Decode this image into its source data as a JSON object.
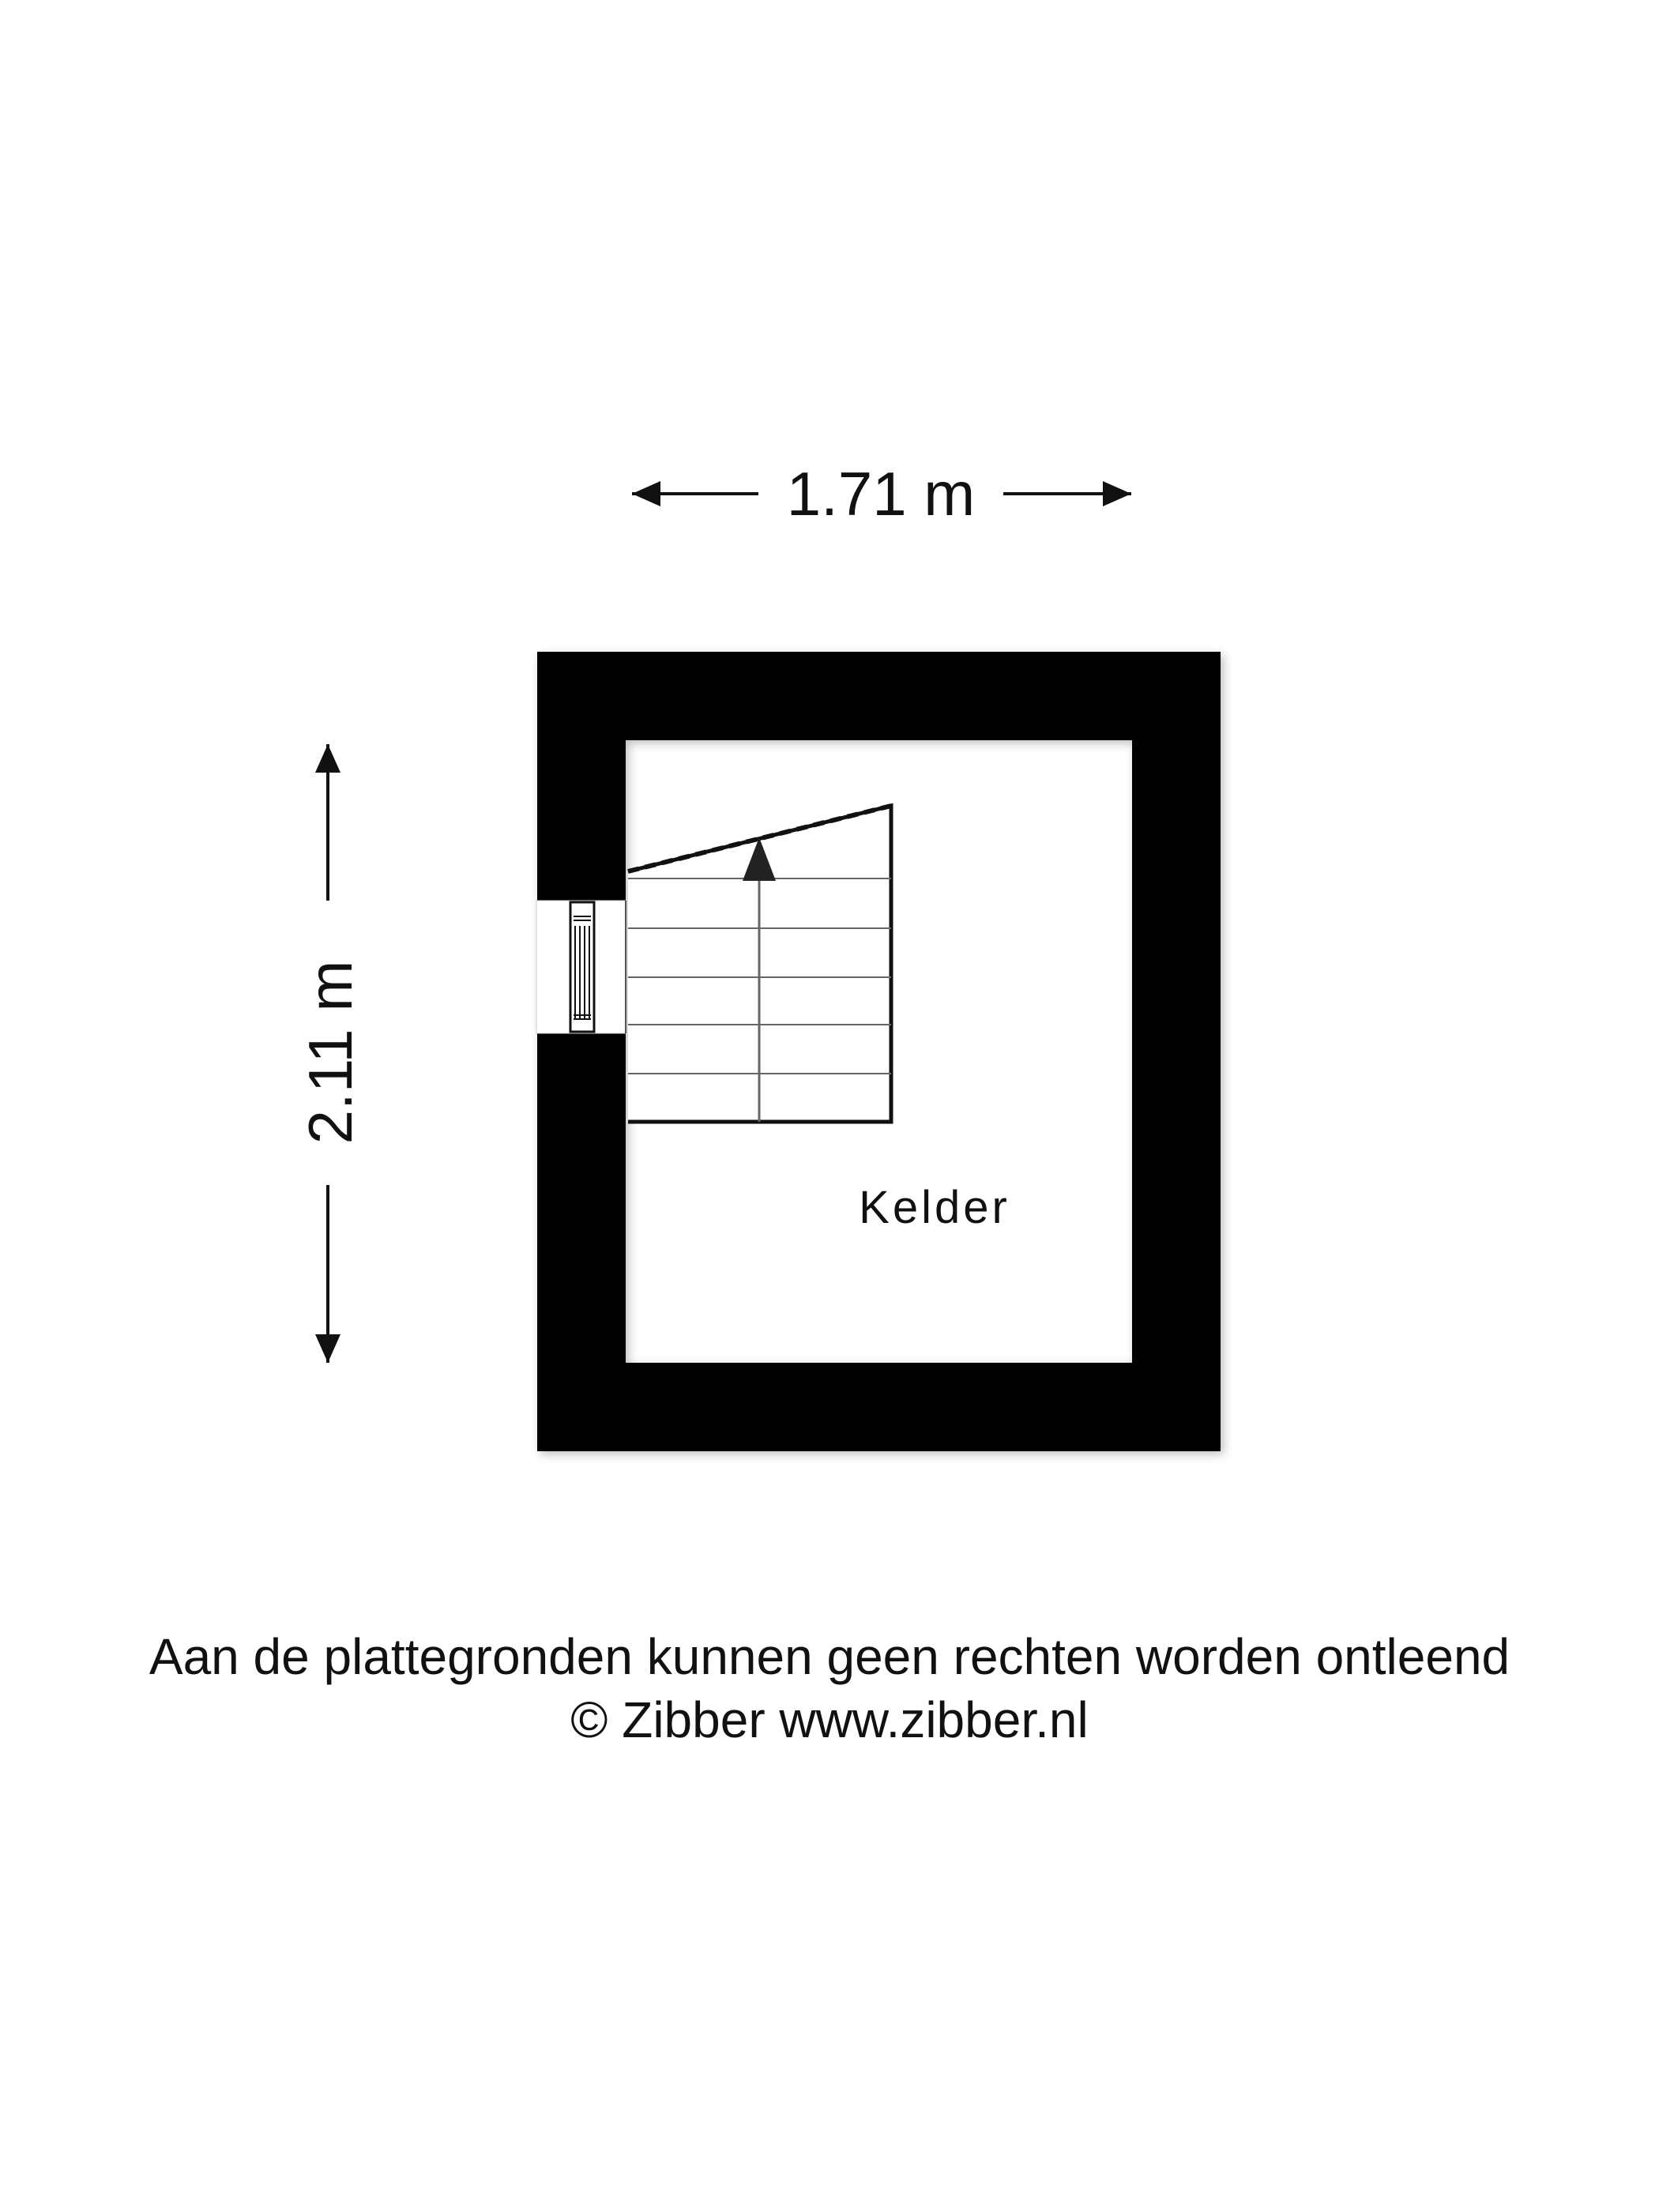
{
  "floorplan": {
    "width_label": "1.71 m",
    "height_label": "2.11 m",
    "room_name": "Kelder",
    "staircase_direction": "up"
  },
  "footer": {
    "disclaimer": "Aan de plattegronden kunnen geen rechten worden ontleend",
    "copyright": "© Zibber www.zibber.nl"
  },
  "colors": {
    "wall": "#000000",
    "background": "#ffffff",
    "text": "#111111"
  }
}
